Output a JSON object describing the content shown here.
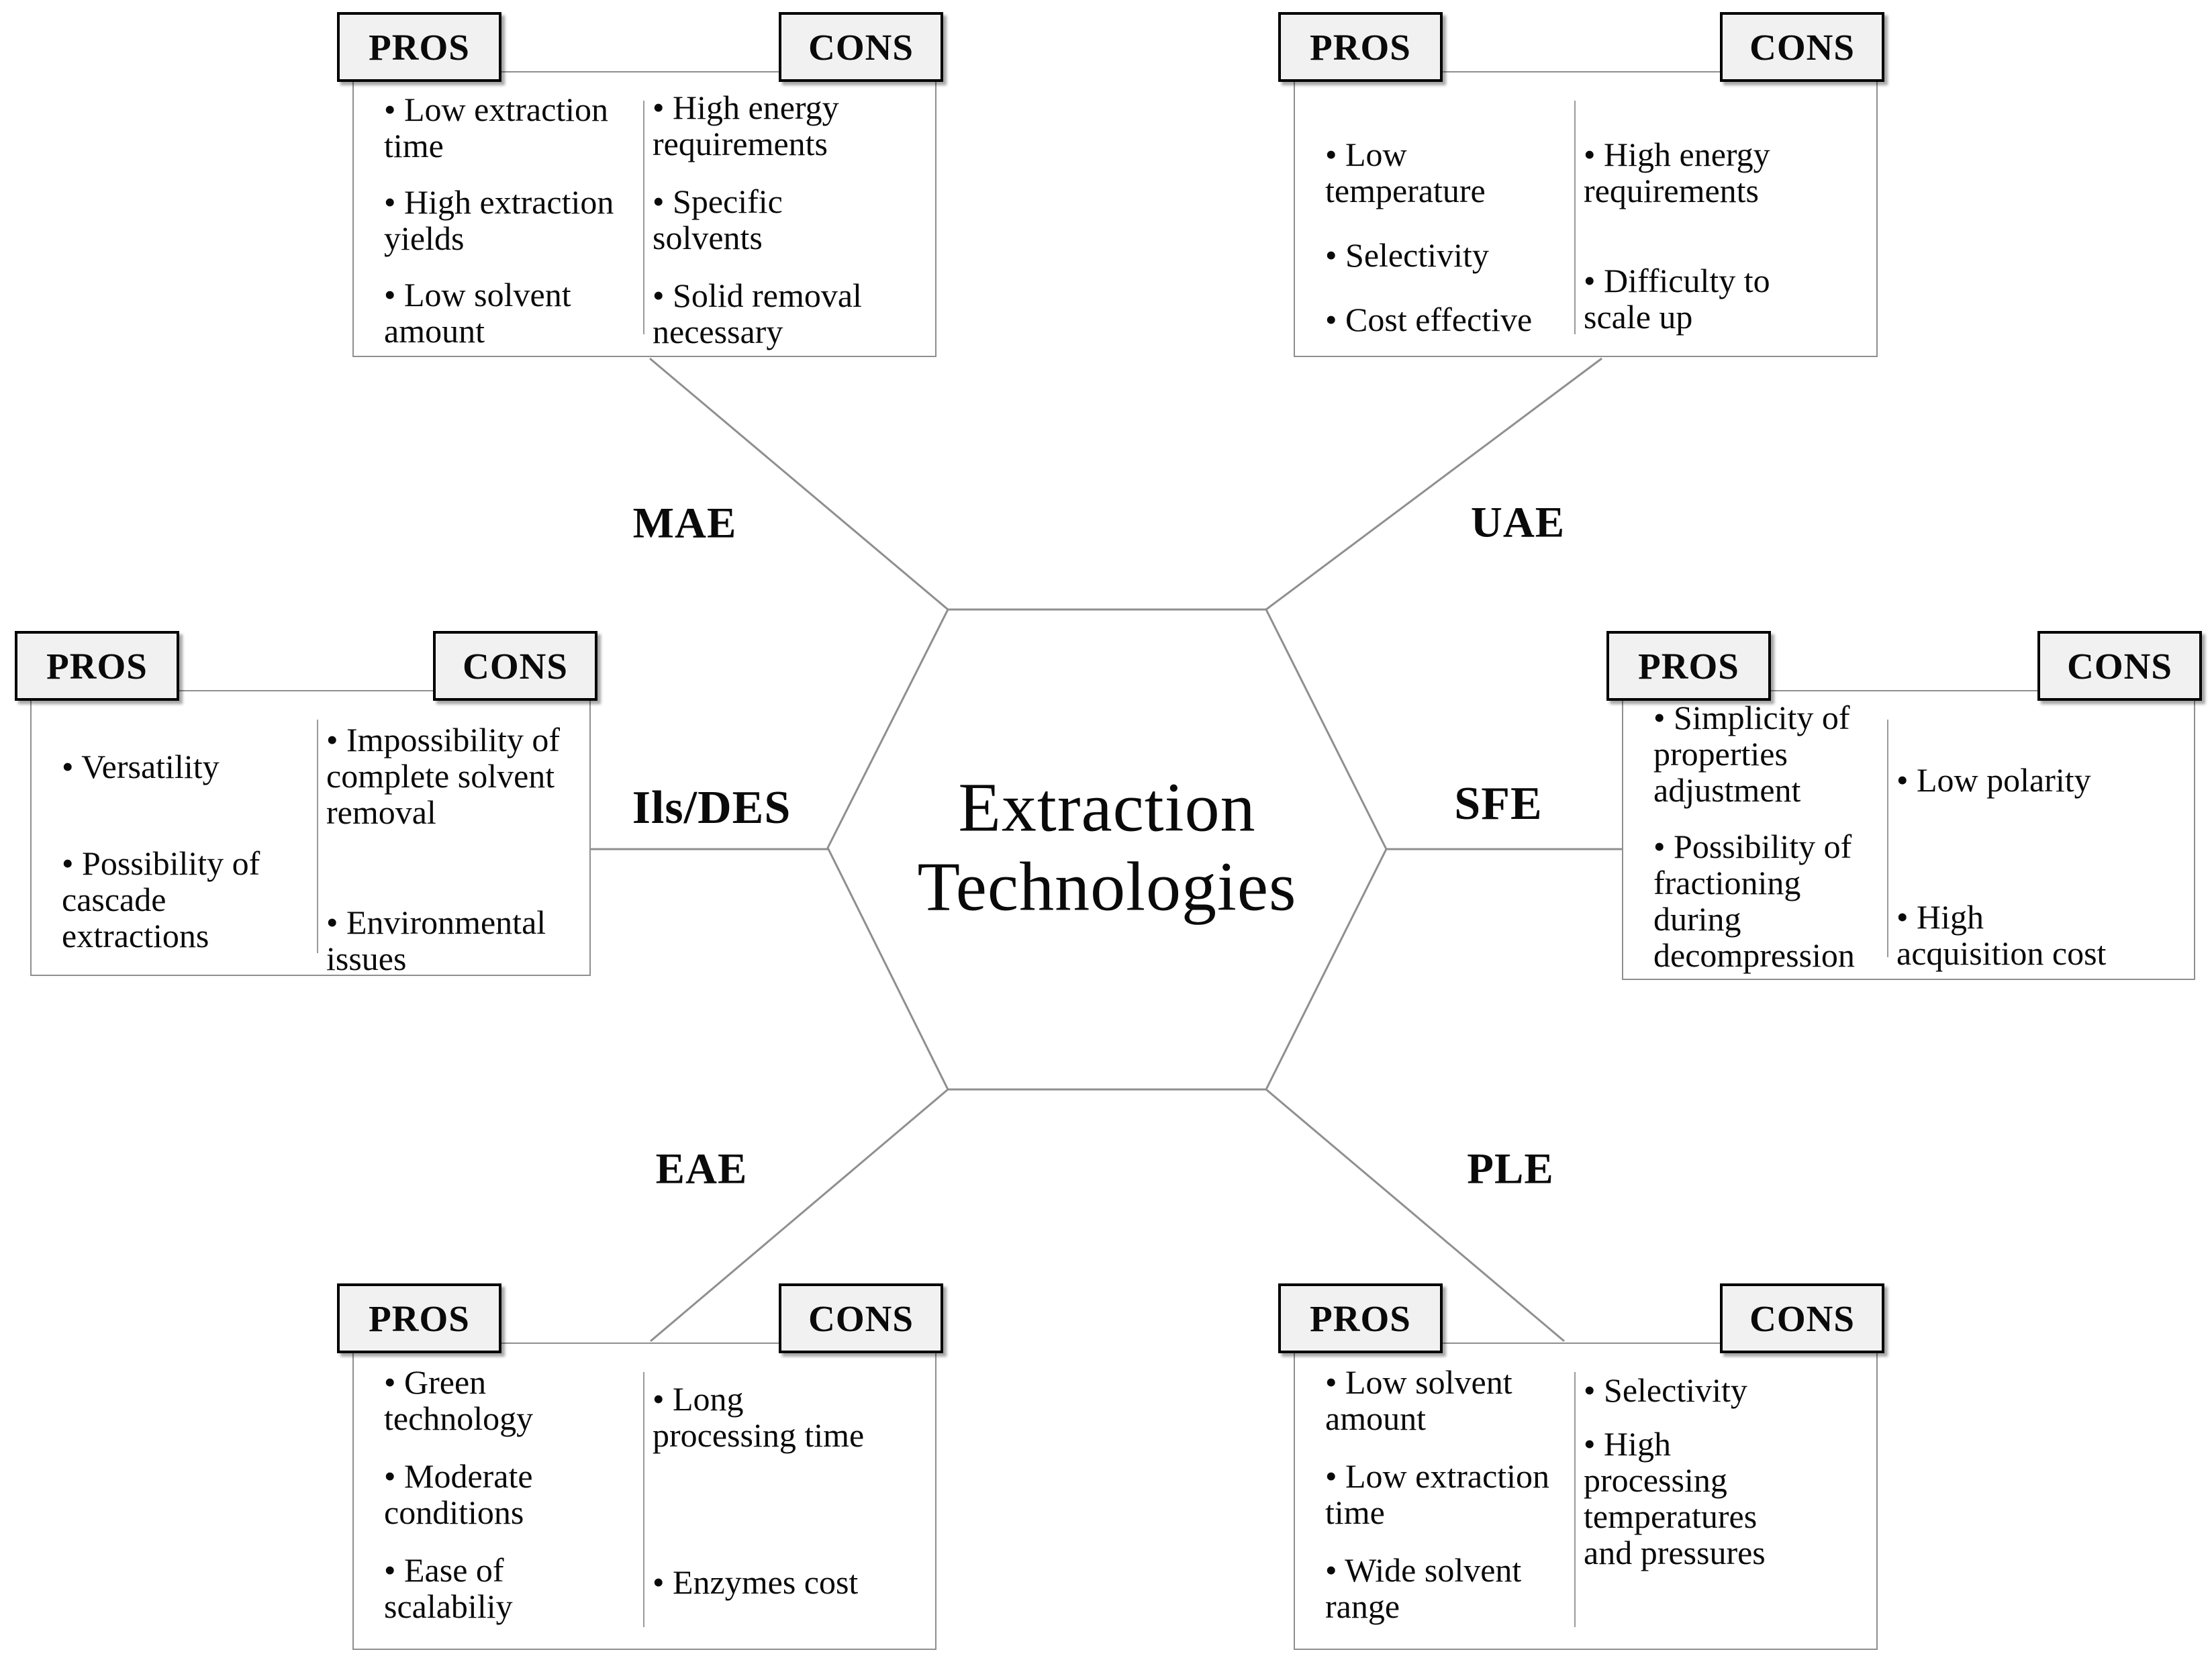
{
  "diagram": {
    "bullet": "•",
    "center_title": "Extraction Technologies",
    "tab_labels": {
      "pros": "PROS",
      "cons": "CONS"
    },
    "colors": {
      "background": "#ffffff",
      "line_gray": "#8f8f8f",
      "tab_fill": "#f1f1f1",
      "tab_border": "#000000",
      "text": "#0a0a0a"
    },
    "branches": [
      {
        "id": "mae",
        "label": "MAE",
        "pros": [
          [
            "Low extraction",
            "time"
          ],
          [
            "High extraction",
            "yields"
          ],
          [
            "Low solvent",
            "amount"
          ]
        ],
        "cons": [
          [
            "High energy",
            "requirements"
          ],
          [
            "Specific",
            "solvents"
          ],
          [
            "Solid removal",
            "necessary"
          ]
        ]
      },
      {
        "id": "uae",
        "label": "UAE",
        "pros": [
          [
            "Low",
            "temperature"
          ],
          [
            "Selectivity"
          ],
          [
            "Cost effective"
          ]
        ],
        "cons": [
          [
            "High energy",
            "requirements"
          ],
          [
            "Difficulty to",
            "scale up"
          ]
        ]
      },
      {
        "id": "ilsdes",
        "label": "Ils/DES",
        "pros": [
          [
            "Versatility"
          ],
          [
            "Possibility of",
            "cascade",
            "extractions"
          ]
        ],
        "cons": [
          [
            "Impossibility of",
            "complete solvent",
            "removal"
          ],
          [
            "Environmental",
            "issues"
          ]
        ]
      },
      {
        "id": "sfe",
        "label": "SFE",
        "pros": [
          [
            "Simplicity of",
            "properties",
            "adjustment"
          ],
          [
            "Possibility of",
            "fractioning",
            "during",
            "decompression"
          ]
        ],
        "cons": [
          [
            "Low polarity"
          ],
          [
            "High",
            "acquisition cost"
          ]
        ]
      },
      {
        "id": "eae",
        "label": "EAE",
        "pros": [
          [
            "Green",
            "technology"
          ],
          [
            "Moderate",
            "conditions"
          ],
          [
            "Ease of",
            "scalabiliy"
          ]
        ],
        "cons": [
          [
            "Long",
            "processing time"
          ],
          [
            "Enzymes cost"
          ]
        ]
      },
      {
        "id": "ple",
        "label": "PLE",
        "pros": [
          [
            "Low solvent",
            "amount"
          ],
          [
            "Low extraction",
            "time"
          ],
          [
            "Wide solvent",
            "range"
          ]
        ],
        "cons": [
          [
            "Selectivity"
          ],
          [
            "High",
            "processing",
            "temperatures",
            "and pressures"
          ]
        ]
      }
    ]
  }
}
